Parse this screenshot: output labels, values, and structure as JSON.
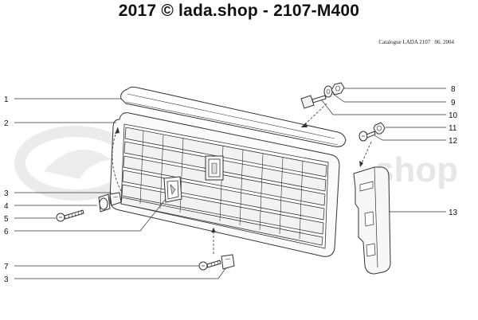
{
  "header": {
    "title": "2017 © lada.shop - 2107-M400",
    "catalogue": "Catalogue LADA 2107   06. 2004"
  },
  "watermark": {
    "text": "shop"
  },
  "colors": {
    "line": "#333333",
    "part_fill": "#ffffff",
    "part_shade": "#e9e9e9",
    "watermark": "#e6e6e6"
  },
  "callouts": {
    "left": [
      {
        "label": "1"
      },
      {
        "label": "2"
      },
      {
        "label": "3"
      },
      {
        "label": "4"
      },
      {
        "label": "5"
      },
      {
        "label": "6"
      },
      {
        "label": "7"
      },
      {
        "label": "3"
      }
    ],
    "right": [
      {
        "label": "8"
      },
      {
        "label": "9"
      },
      {
        "label": "10"
      },
      {
        "label": "11"
      },
      {
        "label": "12"
      },
      {
        "label": "13"
      }
    ]
  }
}
